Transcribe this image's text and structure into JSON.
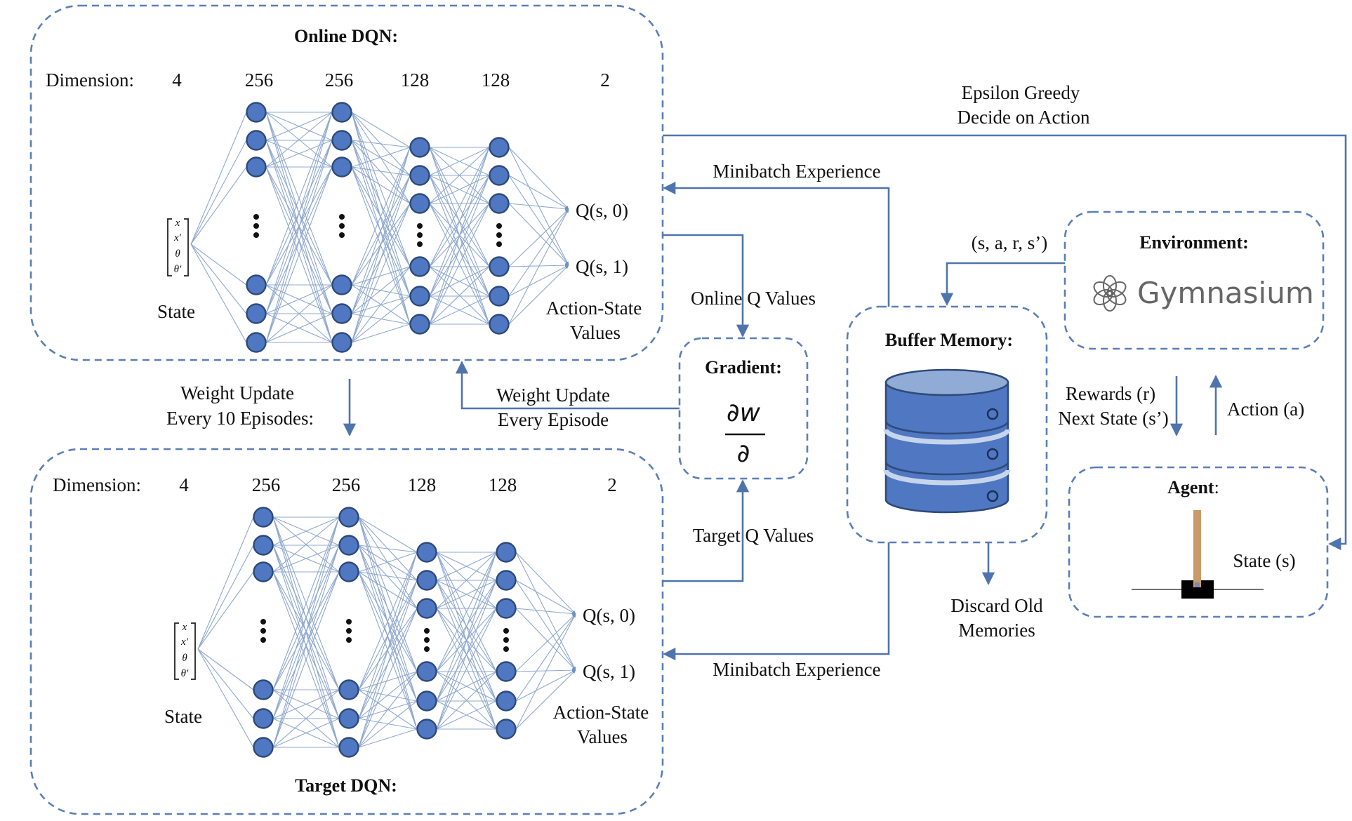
{
  "online_dqn": {
    "title": "Online DQN:",
    "dimension_label": "Dimension:",
    "dimensions": [
      "4",
      "256",
      "256",
      "128",
      "128",
      "2"
    ],
    "state_label": "State",
    "state_vector": [
      "x",
      "x′",
      "θ",
      "θ′"
    ],
    "outputs": [
      "Q(s, 0)",
      "Q(s, 1)"
    ],
    "values_label": [
      "Action-State",
      "Values"
    ]
  },
  "target_dqn": {
    "title": "Target DQN:",
    "dimension_label": "Dimension:",
    "dimensions": [
      "4",
      "256",
      "256",
      "128",
      "128",
      "2"
    ],
    "state_label": "State",
    "state_vector": [
      "x",
      "x′",
      "θ",
      "θ′"
    ],
    "outputs": [
      "Q(s, 0)",
      "Q(s, 1)"
    ],
    "values_label": [
      "Action-State",
      "Values"
    ]
  },
  "gradient": {
    "title": "Gradient:",
    "numerator": "∂w",
    "denominator": "∂"
  },
  "buffer": {
    "title": "Buffer Memory:"
  },
  "environment": {
    "title": "Environment:",
    "logo_text": "Gymnasium"
  },
  "agent": {
    "title": "Agent",
    "title_suffix": ":",
    "state_label": "State (s)"
  },
  "labels": {
    "epsilon_line1": "Epsilon Greedy",
    "epsilon_line2": "Decide on Action",
    "minibatch_top": "Minibatch Experience",
    "minibatch_bottom": "Minibatch Experience",
    "online_q_values": "Online Q Values",
    "target_q_values": "Target Q Values",
    "transition": "(s, a, r, s’)",
    "weight_update_10_line1": "Weight Update",
    "weight_update_10_line2": "Every 10 Episodes:",
    "weight_update_ep_line1": "Weight Update",
    "weight_update_ep_line2": "Every Episode",
    "rewards": "Rewards (r)",
    "next_state": "Next State (s’)",
    "action": "Action (a)",
    "discard_line1": "Discard Old",
    "discard_line2": "Memories"
  },
  "colors": {
    "node_fill": "#4f77c2",
    "node_stroke": "#2d4a7a",
    "border": "#5a7fb5",
    "arrow": "#4f74ad",
    "database": "#4f77c2"
  }
}
